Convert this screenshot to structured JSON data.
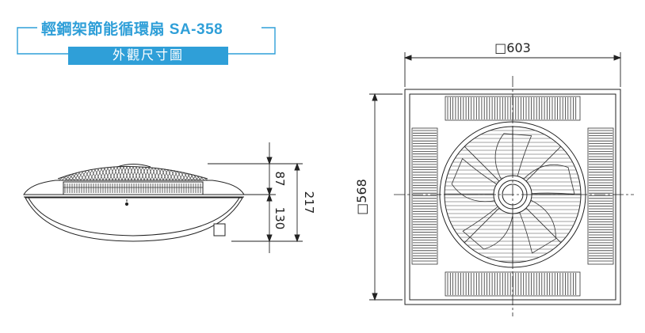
{
  "header": {
    "title": "輕鋼架節能循環扇 SA-358",
    "subtitle": "外觀尺寸圖",
    "accent_color": "#2f9fd8"
  },
  "side_view": {
    "dims": {
      "top": "87",
      "bottom": "130",
      "total": "217"
    }
  },
  "top_view": {
    "width_label": "□603",
    "height_label": "□568"
  }
}
